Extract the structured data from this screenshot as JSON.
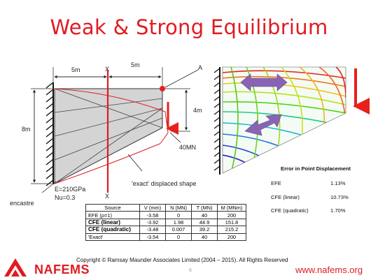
{
  "slide": {
    "title": "Weak & Strong Equilibrium",
    "copyright": "Copyright © Ramsay Maunder Associates Limited (2004 – 2015).  All Rights Reserved",
    "page_number": "6",
    "logo": "NAFEMS",
    "url": "www.nafems.org"
  },
  "diagram": {
    "dim_left": "5m",
    "dim_right": "5m",
    "section_mark_top": "X",
    "section_mark_bottom": "X",
    "point_label": "A",
    "height_label": "8m",
    "tip_height_label": "4m",
    "load_label": "40MN",
    "material_e": "E=210GPa",
    "material_nu": "Nu=0.3",
    "support_label": "encastre",
    "displaced_label": "'exact' displaced shape",
    "colors": {
      "accent": "#e01b22",
      "mesh_fill": "#d4d4d4",
      "arrow_purple": "#8a64b4",
      "force_red": "#e8201c"
    }
  },
  "results_table": {
    "headers": [
      "Source",
      "V (mm)",
      "N (MN)",
      "T (MN)",
      "M (MNm)"
    ],
    "rows": [
      [
        "EFE (ρ=1)",
        "-3.58",
        "0",
        "40",
        "200"
      ],
      [
        "CFE (linear)",
        "-3.92",
        "1.98",
        "44.9",
        "151.8"
      ],
      [
        "CFE (quadratic)",
        "-3.48",
        "0.007",
        "39.2",
        "215.2"
      ],
      [
        "'Exact'",
        "-3.54",
        "0",
        "40",
        "200"
      ]
    ]
  },
  "error_table": {
    "title": "Error in Point Displacement",
    "rows": [
      {
        "label": "EFE",
        "value": "1.13%"
      },
      {
        "label": "CFE (linear)",
        "value": "10.73%"
      },
      {
        "label": "CFE (quadratic)",
        "value": "1.70%"
      }
    ]
  }
}
